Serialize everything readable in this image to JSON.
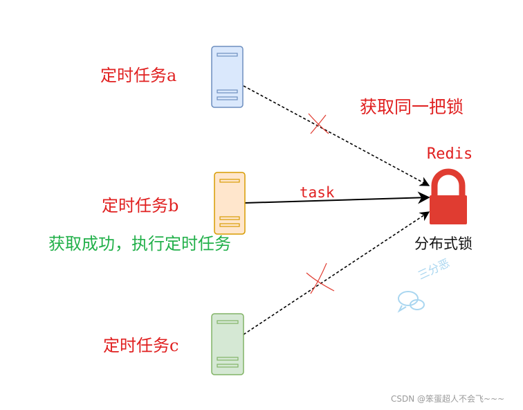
{
  "colors": {
    "server_a": {
      "fill": "#dae8fc",
      "stroke": "#6c8ebf"
    },
    "server_b": {
      "fill": "#ffe6cc",
      "stroke": "#d79b00"
    },
    "server_c": {
      "fill": "#d5e8d4",
      "stroke": "#82b366"
    },
    "lock": "#e03c31",
    "label_red": "#e02020",
    "label_green": "#22b04a",
    "cross_mark": "#e03c31"
  },
  "servers": {
    "a": {
      "label": "定时任务a",
      "icon": "server-icon"
    },
    "b": {
      "label": "定时任务b",
      "icon": "server-icon"
    },
    "c": {
      "label": "定时任务c",
      "icon": "server-icon"
    }
  },
  "edges": {
    "a_to_lock": {
      "style": "dashed",
      "blocked": true
    },
    "b_to_lock": {
      "style": "solid",
      "blocked": false,
      "label": "task"
    },
    "c_to_lock": {
      "style": "dashed",
      "blocked": true
    }
  },
  "annotations": {
    "same_lock": "获取同一把锁",
    "success": "获取成功，执行定时任务"
  },
  "lock": {
    "title": "Redis",
    "caption": "分布式锁",
    "icon": "padlock-icon"
  },
  "watermark": "三分恶",
  "footer": "CSDN @笨蛋超人不会飞~~~"
}
